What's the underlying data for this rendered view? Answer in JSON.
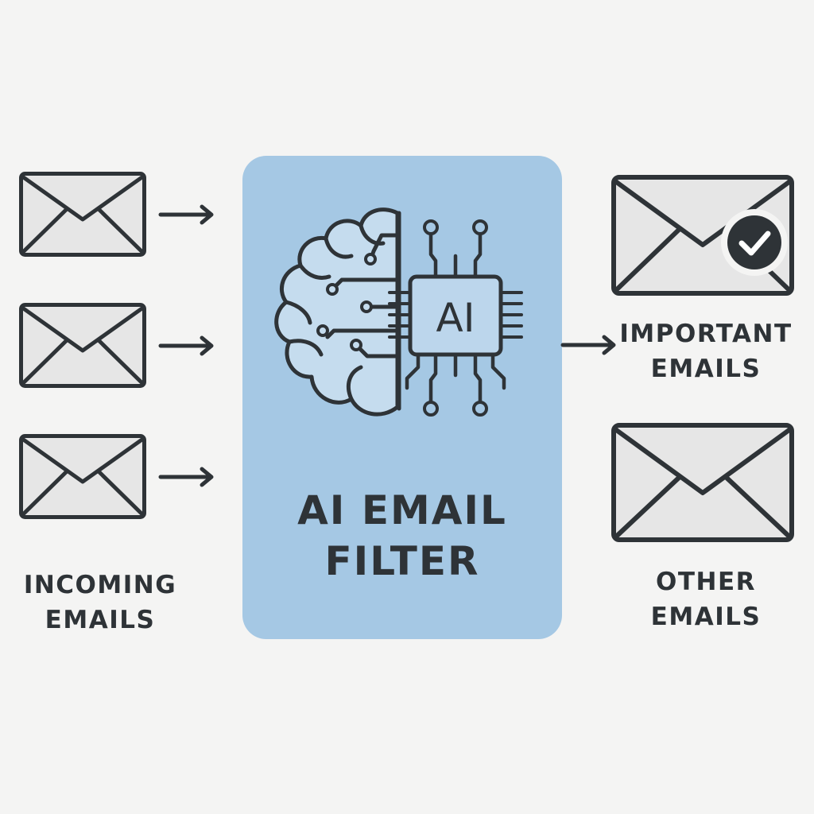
{
  "colors": {
    "background": "#f4f4f3",
    "card": "#a5c8e4",
    "stroke": "#2e3337",
    "envelope_fill": "#e6e6e6",
    "brain_fill": "#c5dcee",
    "chip_fill": "#bcd6ec",
    "check_badge": "#2e3337"
  },
  "icons": {
    "incoming": "envelope-icon",
    "arrow": "arrow-right-icon",
    "filter": "brain-chip-icon",
    "important": "envelope-check-icon",
    "other": "envelope-icon"
  },
  "incoming": {
    "label_lines": [
      "INCOMING",
      "EMAILS"
    ]
  },
  "filter": {
    "chip_text": "AI",
    "title_lines": [
      "AI EMAIL",
      "FILTER"
    ]
  },
  "outputs": {
    "important_lines": [
      "IMPORTANT",
      "EMAILS"
    ],
    "other_lines": [
      "OTHER",
      "EMAILS"
    ]
  }
}
